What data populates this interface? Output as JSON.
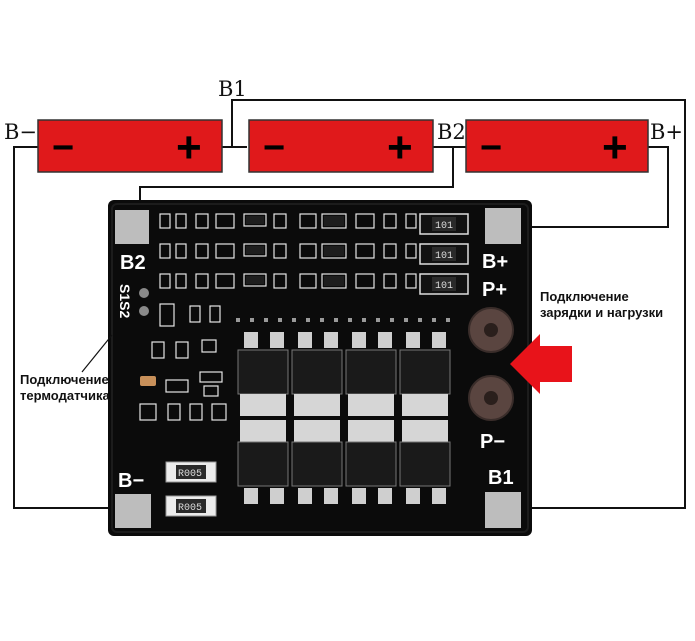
{
  "wiring_labels": {
    "b_minus": "B−",
    "b1": "B1",
    "b2": "B2",
    "b_plus": "B+"
  },
  "batteries": [
    {
      "minus": "−",
      "plus": "+"
    },
    {
      "minus": "−",
      "plus": "+"
    },
    {
      "minus": "−",
      "plus": "+"
    }
  ],
  "board": {
    "pad_b2": "B2",
    "pad_b_plus": "B+",
    "pad_p_plus": "P+",
    "pad_p_minus": "P−",
    "pad_b_minus": "B−",
    "pad_b1": "B1",
    "silk_s1s2": "S1S2",
    "resistor_101": "101",
    "resistor_r005": "R005"
  },
  "annotations": {
    "charge_load_line1": "Подключение",
    "charge_load_line2": "зарядки и нагрузки",
    "thermo_line1": "Подключение",
    "thermo_line2": "термодатчика"
  },
  "colors": {
    "battery_red": "#e0191b",
    "board_black": "#0b0b0b",
    "pad_grey": "#bdbdbd",
    "arrow_red": "#e8131a"
  }
}
